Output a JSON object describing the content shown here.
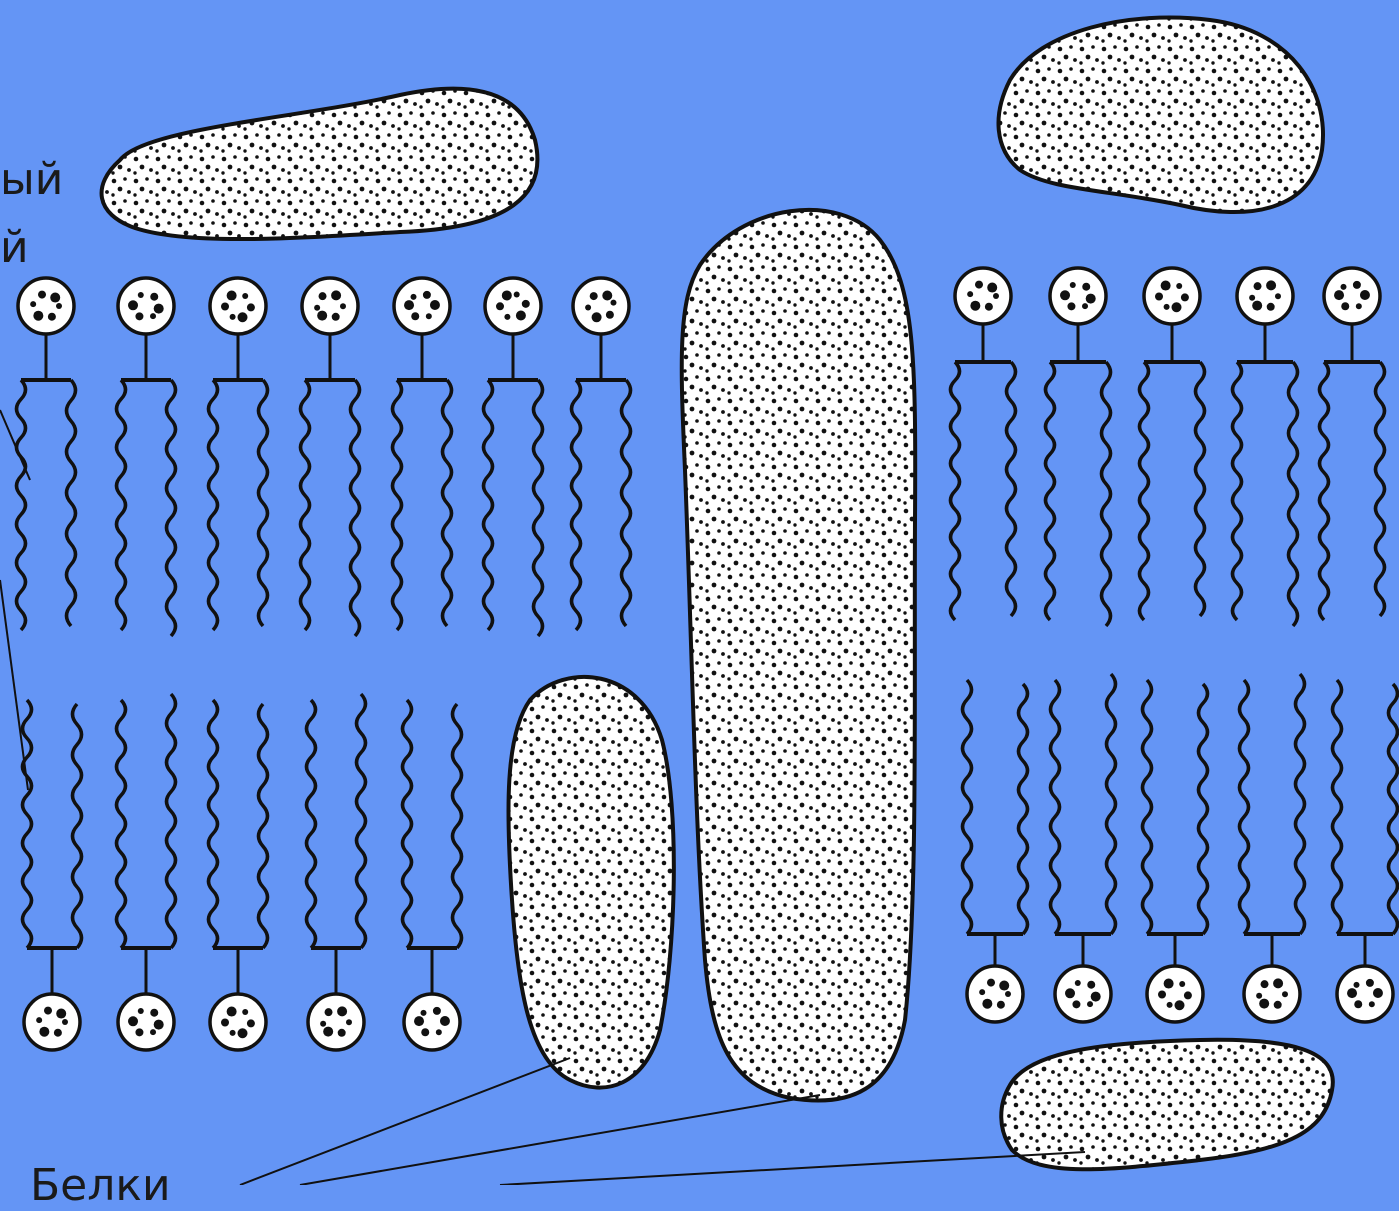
{
  "labels": {
    "bilayer_word1_fragment": "ый",
    "bilayer_word2_fragment": "й",
    "protein_caption_fragment": "Белки"
  },
  "colors": {
    "background": "#6495f5",
    "stroke": "#111111",
    "fill": "#ffffff"
  },
  "icons": {
    "phospholipid": "phospholipid-icon",
    "protein": "protein-blob-icon"
  }
}
